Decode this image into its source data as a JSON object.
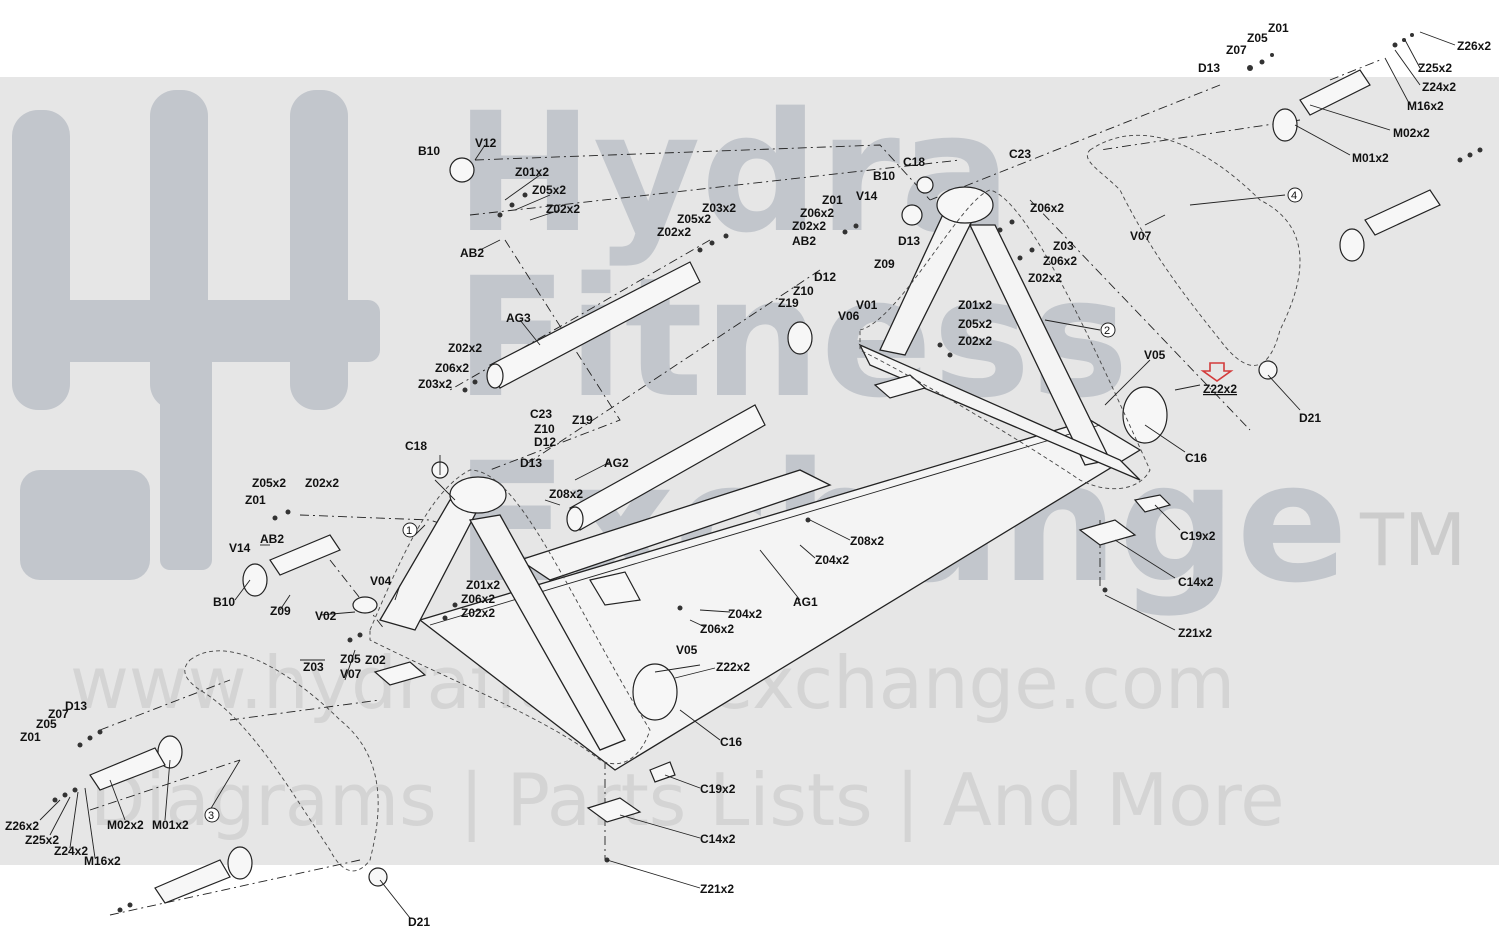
{
  "watermark": {
    "brand_line1": "Hydra",
    "brand_line2": "Fitness",
    "brand_line3": "Exchange",
    "trademark": "TM",
    "url": "www.hydrafitnessexchange.com",
    "tagline": "Diagrams | Parts Lists | And More"
  },
  "labels": {
    "Z01_tr": "Z01",
    "Z05_tr": "Z05",
    "Z07_tr": "Z07",
    "D13_tr": "D13",
    "Z26x2_tr": "Z26x2",
    "Z25x2_tr": "Z25x2",
    "Z24x2_tr": "Z24x2",
    "M16x2_tr": "M16x2",
    "M02x2_tr": "M02x2",
    "M01x2_tr": "M01x2",
    "B10_t": "B10",
    "V12": "V12",
    "Z01x2_t": "Z01x2",
    "Z05x2_t": "Z05x2",
    "Z02x2_t": "Z02x2",
    "AB2_t": "AB2",
    "C18_t": "C18",
    "B10_t2": "B10",
    "C23_t": "C23",
    "Z06x2_t": "Z06x2",
    "Z03x2_t": "Z03x2",
    "Z05x2_t2": "Z05x2",
    "Z02x2_t2": "Z02x2",
    "Z01_m": "Z01",
    "V14_m": "V14",
    "Z06x2_m": "Z06x2",
    "Z02x2_m": "Z02x2",
    "AB2_m": "AB2",
    "D13_m": "D13",
    "Z09_m": "Z09",
    "Z03_m": "Z03",
    "Z06x2_m2": "Z06x2",
    "Z02x2_m2": "Z02x2",
    "V07_r": "V07",
    "D12_m": "D12",
    "Z10_m": "Z10",
    "Z19_m": "Z19",
    "V01": "V01",
    "V06": "V06",
    "Z01x2_m": "Z01x2",
    "Z05x2_m": "Z05x2",
    "Z02x2_m3": "Z02x2",
    "AG3": "AG3",
    "Z02x2_l": "Z02x2",
    "Z06x2_l": "Z06x2",
    "Z03x2_l": "Z03x2",
    "V05_r": "V05",
    "Z22x2_r": "Z22x2",
    "C16_r": "C16",
    "D21_r": "D21",
    "C23_c": "C23",
    "Z10_c": "Z10",
    "Z19_c": "Z19",
    "D12_c": "D12",
    "D13_c": "D13",
    "AG2": "AG2",
    "Z08x2_c": "Z08x2",
    "C18_c": "C18",
    "C19x2_r": "C19x2",
    "C14x2_r": "C14x2",
    "Z21x2_r": "Z21x2",
    "Z05x2_l": "Z05x2",
    "Z02x2_l2": "Z02x2",
    "Z01_l": "Z01",
    "V14_l": "V14",
    "AB2_l": "AB2",
    "B10_l": "B10",
    "Z09_l": "Z09",
    "Z08x2_c2": "Z08x2",
    "Z04x2_c": "Z04x2",
    "AG1": "AG1",
    "Z04x2_c2": "Z04x2",
    "Z06x2_c": "Z06x2",
    "V04": "V04",
    "Z01x2_c": "Z01x2",
    "Z06x2_c2": "Z06x2",
    "Z02x2_c": "Z02x2",
    "V02": "V02",
    "Z03_l": "Z03",
    "Z05_l": "Z05",
    "Z02_l": "Z02",
    "V07_l": "V07",
    "D13_l": "D13",
    "Z07_l": "Z07",
    "Z05_l2": "Z05",
    "Z01_l2": "Z01",
    "V05_b": "V05",
    "Z22x2_b": "Z22x2",
    "C16_b": "C16",
    "C19x2_b": "C19x2",
    "C14x2_b": "C14x2",
    "Z21x2_b": "Z21x2",
    "Z26x2_l": "Z26x2",
    "Z25x2_l": "Z25x2",
    "Z24x2_l": "Z24x2",
    "M16x2_l": "M16x2",
    "M02x2_l": "M02x2",
    "M01x2_l": "M01x2",
    "D21_l": "D21",
    "n1": "1",
    "n2": "2",
    "n3": "3",
    "n4": "4"
  },
  "colors": {
    "band": "#e6e6e6",
    "watermark": "#c2c6cc",
    "highlight_arrow": "#d33b3b"
  }
}
